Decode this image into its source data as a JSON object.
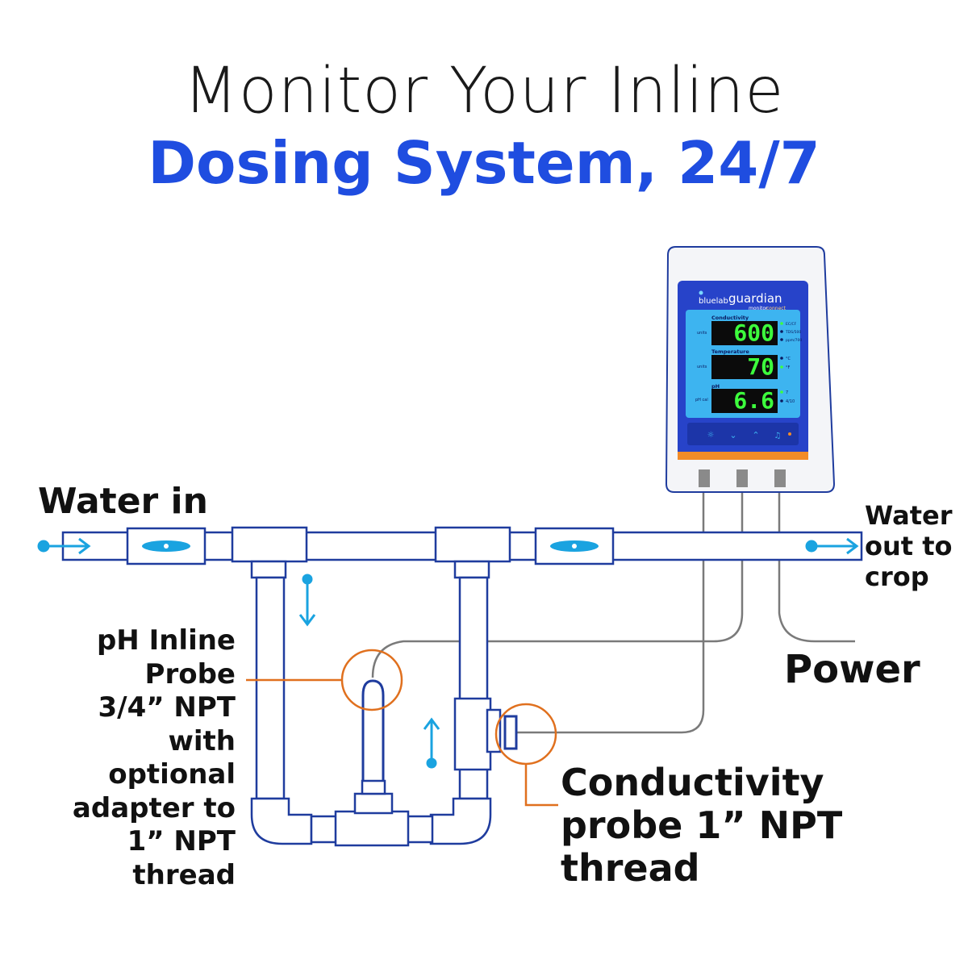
{
  "title": {
    "line1": "Monitor Your Inline",
    "line2": "Dosing System, 24/7"
  },
  "labels": {
    "water_in": "Water in",
    "water_out": "Water\nout to\ncrop",
    "power": "Power",
    "ph_probe": "pH Inline\nProbe\n3/4” NPT\nwith\noptional\nadapter to\n1” NPT\nthread",
    "conductivity_probe": "Conductivity\nprobe 1” NPT\nthread"
  },
  "device": {
    "brand": "bluelab",
    "product": "guardian",
    "subtitle_a": "monitor",
    "subtitle_b": "connect",
    "rows": [
      {
        "heading": "Conductivity",
        "side": "units",
        "value": "600",
        "units": [
          "EC/CF",
          "TDS/500",
          "ppm/700"
        ]
      },
      {
        "heading": "Temperature",
        "side": "units",
        "value": "70",
        "units": [
          "°C",
          "°F"
        ]
      },
      {
        "heading": "pH",
        "side": "pH cal",
        "value": "6.6",
        "units": [
          "7",
          "4/10"
        ]
      }
    ]
  },
  "colors": {
    "pipe_stroke": "#1f3c9e",
    "arrow": "#1aa3e0",
    "callout": "#e0701e",
    "title_blue": "#1f4de0",
    "device_panel": "#2743c9",
    "device_inner": "#3db4f0",
    "led_green": "#3dff3d",
    "accent_orange": "#f28c28"
  }
}
